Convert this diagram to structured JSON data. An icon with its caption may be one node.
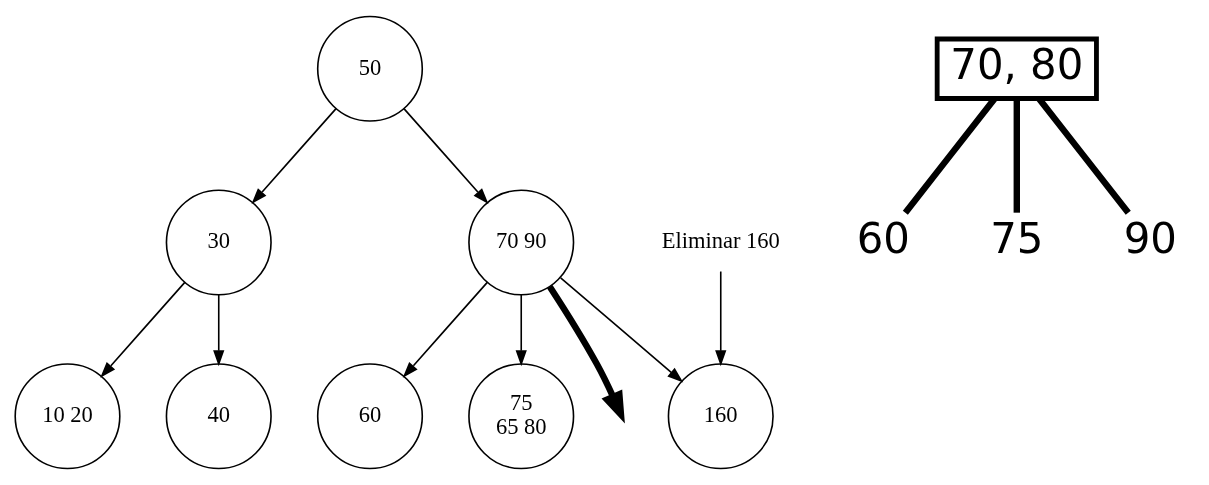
{
  "diagram": {
    "nodes": [
      {
        "text": [
          "50"
        ]
      },
      {
        "text": [
          "30"
        ]
      },
      {
        "text": [
          "70 90"
        ]
      },
      {
        "text": [
          "10 20"
        ]
      },
      {
        "text": [
          "40"
        ]
      },
      {
        "text": [
          "60"
        ]
      },
      {
        "text": [
          "75",
          "65 80"
        ]
      },
      {
        "text": [
          "160"
        ]
      },
      {
        "text": [
          "Eliminar 160"
        ]
      },
      {
        "text": [
          "70, 80"
        ]
      },
      {
        "text": [
          "60"
        ]
      },
      {
        "text": [
          "75"
        ]
      },
      {
        "text": [
          "90"
        ]
      }
    ],
    "edges": [
      {
        "from": 0,
        "to": 1,
        "arrow": "to"
      },
      {
        "from": 0,
        "to": 2,
        "arrow": "to"
      },
      {
        "from": 1,
        "to": 3,
        "arrow": "to"
      },
      {
        "from": 1,
        "to": 4,
        "arrow": "to"
      },
      {
        "from": 2,
        "to": 5,
        "arrow": "to"
      },
      {
        "from": 2,
        "to": 6,
        "arrow": "to"
      },
      {
        "from": 2,
        "to": 7,
        "arrow": "to"
      },
      {
        "from": 8,
        "to": 7,
        "arrow": "to"
      },
      {
        "from": 2,
        "to": null,
        "arrow": "to",
        "style": "thick"
      },
      {
        "from": 9,
        "to": 10,
        "arrow": "none",
        "style": "thick"
      },
      {
        "from": 9,
        "to": 11,
        "arrow": "none",
        "style": "thick"
      },
      {
        "from": 9,
        "to": 12,
        "arrow": "none",
        "style": "thick"
      }
    ]
  }
}
